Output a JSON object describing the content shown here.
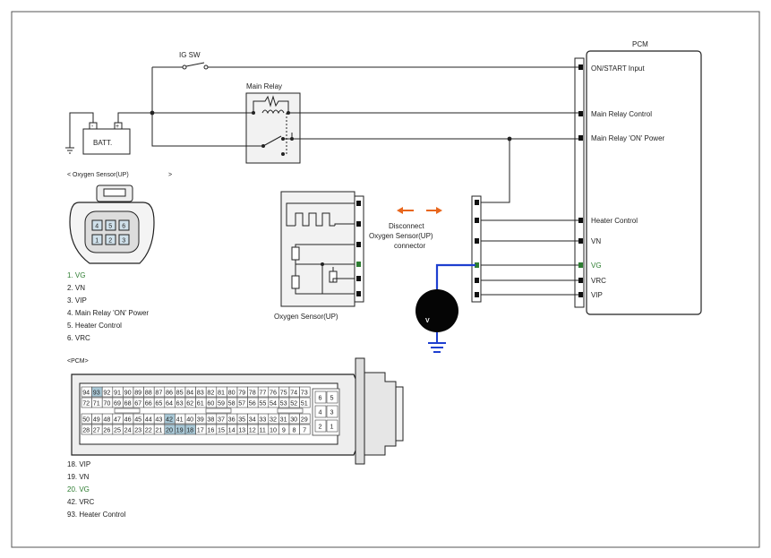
{
  "pcm_title": "PCM",
  "ig_sw_label": "IG SW",
  "main_relay_label": "Main Relay",
  "battery_label": "BATT.",
  "battery_minus": "-",
  "battery_plus": "+",
  "pcm_terminals": {
    "on_start": "ON/START Input",
    "main_relay_control": "Main Relay Control",
    "main_relay_on_power": "Main Relay 'ON' Power",
    "heater_control": "Heater Control",
    "vn": "VN",
    "vg": "VG",
    "vrc": "VRC",
    "vip": "VIP"
  },
  "disconnect_note": [
    "Disconnect",
    "Oxygen Sensor(UP)",
    "connector"
  ],
  "sensor_box_label": "Oxygen Sensor(UP)",
  "voltmeter_label": "V",
  "o2_connector_title": "< Oxygen Sensor(UP)",
  "o2_connector_title_end": ">",
  "o2_pin_numbers": [
    "4",
    "5",
    "6",
    "1",
    "2",
    "3"
  ],
  "o2_pins": [
    {
      "text": "1. VG",
      "color": "#2e7d32"
    },
    {
      "text": "2. VN",
      "color": "#222222"
    },
    {
      "text": "3. VIP",
      "color": "#222222"
    },
    {
      "text": "4.   Main Relay 'ON' Power",
      "color": "#222222"
    },
    {
      "text": "5.   Heater Control",
      "color": "#222222"
    },
    {
      "text": "6. VRC",
      "color": "#222222"
    }
  ],
  "pcm_connector_title": "<PCM>",
  "pcm_grid_rows": [
    [
      "94",
      "93",
      "92",
      "91",
      "90",
      "89",
      "88",
      "87",
      "86",
      "85",
      "84",
      "83",
      "82",
      "81",
      "80",
      "79",
      "78",
      "77",
      "76",
      "75",
      "74",
      "73"
    ],
    [
      "72",
      "71",
      "70",
      "69",
      "68",
      "67",
      "66",
      "65",
      "64",
      "63",
      "62",
      "61",
      "60",
      "59",
      "58",
      "57",
      "56",
      "55",
      "54",
      "53",
      "52",
      "51"
    ],
    [
      "50",
      "49",
      "48",
      "47",
      "46",
      "45",
      "44",
      "43",
      "42",
      "41",
      "40",
      "39",
      "38",
      "37",
      "36",
      "35",
      "34",
      "33",
      "32",
      "31",
      "30",
      "29"
    ],
    [
      "28",
      "27",
      "26",
      "25",
      "24",
      "23",
      "22",
      "21",
      "20",
      "19",
      "18",
      "17",
      "16",
      "15",
      "14",
      "13",
      "12",
      "11",
      "10",
      "9",
      "8",
      "7"
    ]
  ],
  "pcm_highlight_pins": [
    "93",
    "42",
    "20",
    "19",
    "18"
  ],
  "pcm_side_pins": [
    [
      "6",
      "5"
    ],
    [
      "4",
      "3"
    ],
    [
      "2",
      "1"
    ]
  ],
  "pcm_pins": [
    {
      "text": "18. VIP",
      "color": "#222222"
    },
    {
      "text": "19. VN",
      "color": "#222222"
    },
    {
      "text": "20. VG",
      "color": "#2e7d32"
    },
    {
      "text": "42. VRC",
      "color": "#222222"
    },
    {
      "text": "93.    Heater Control",
      "color": "#222222"
    }
  ],
  "colors": {
    "vg_green": "#2e7d32",
    "arrow_orange": "#e8661c",
    "meter_wire_blue": "#1e3fd0",
    "ground_blue": "#1e3fd0",
    "highlight_cell": "#a9c8d6"
  }
}
